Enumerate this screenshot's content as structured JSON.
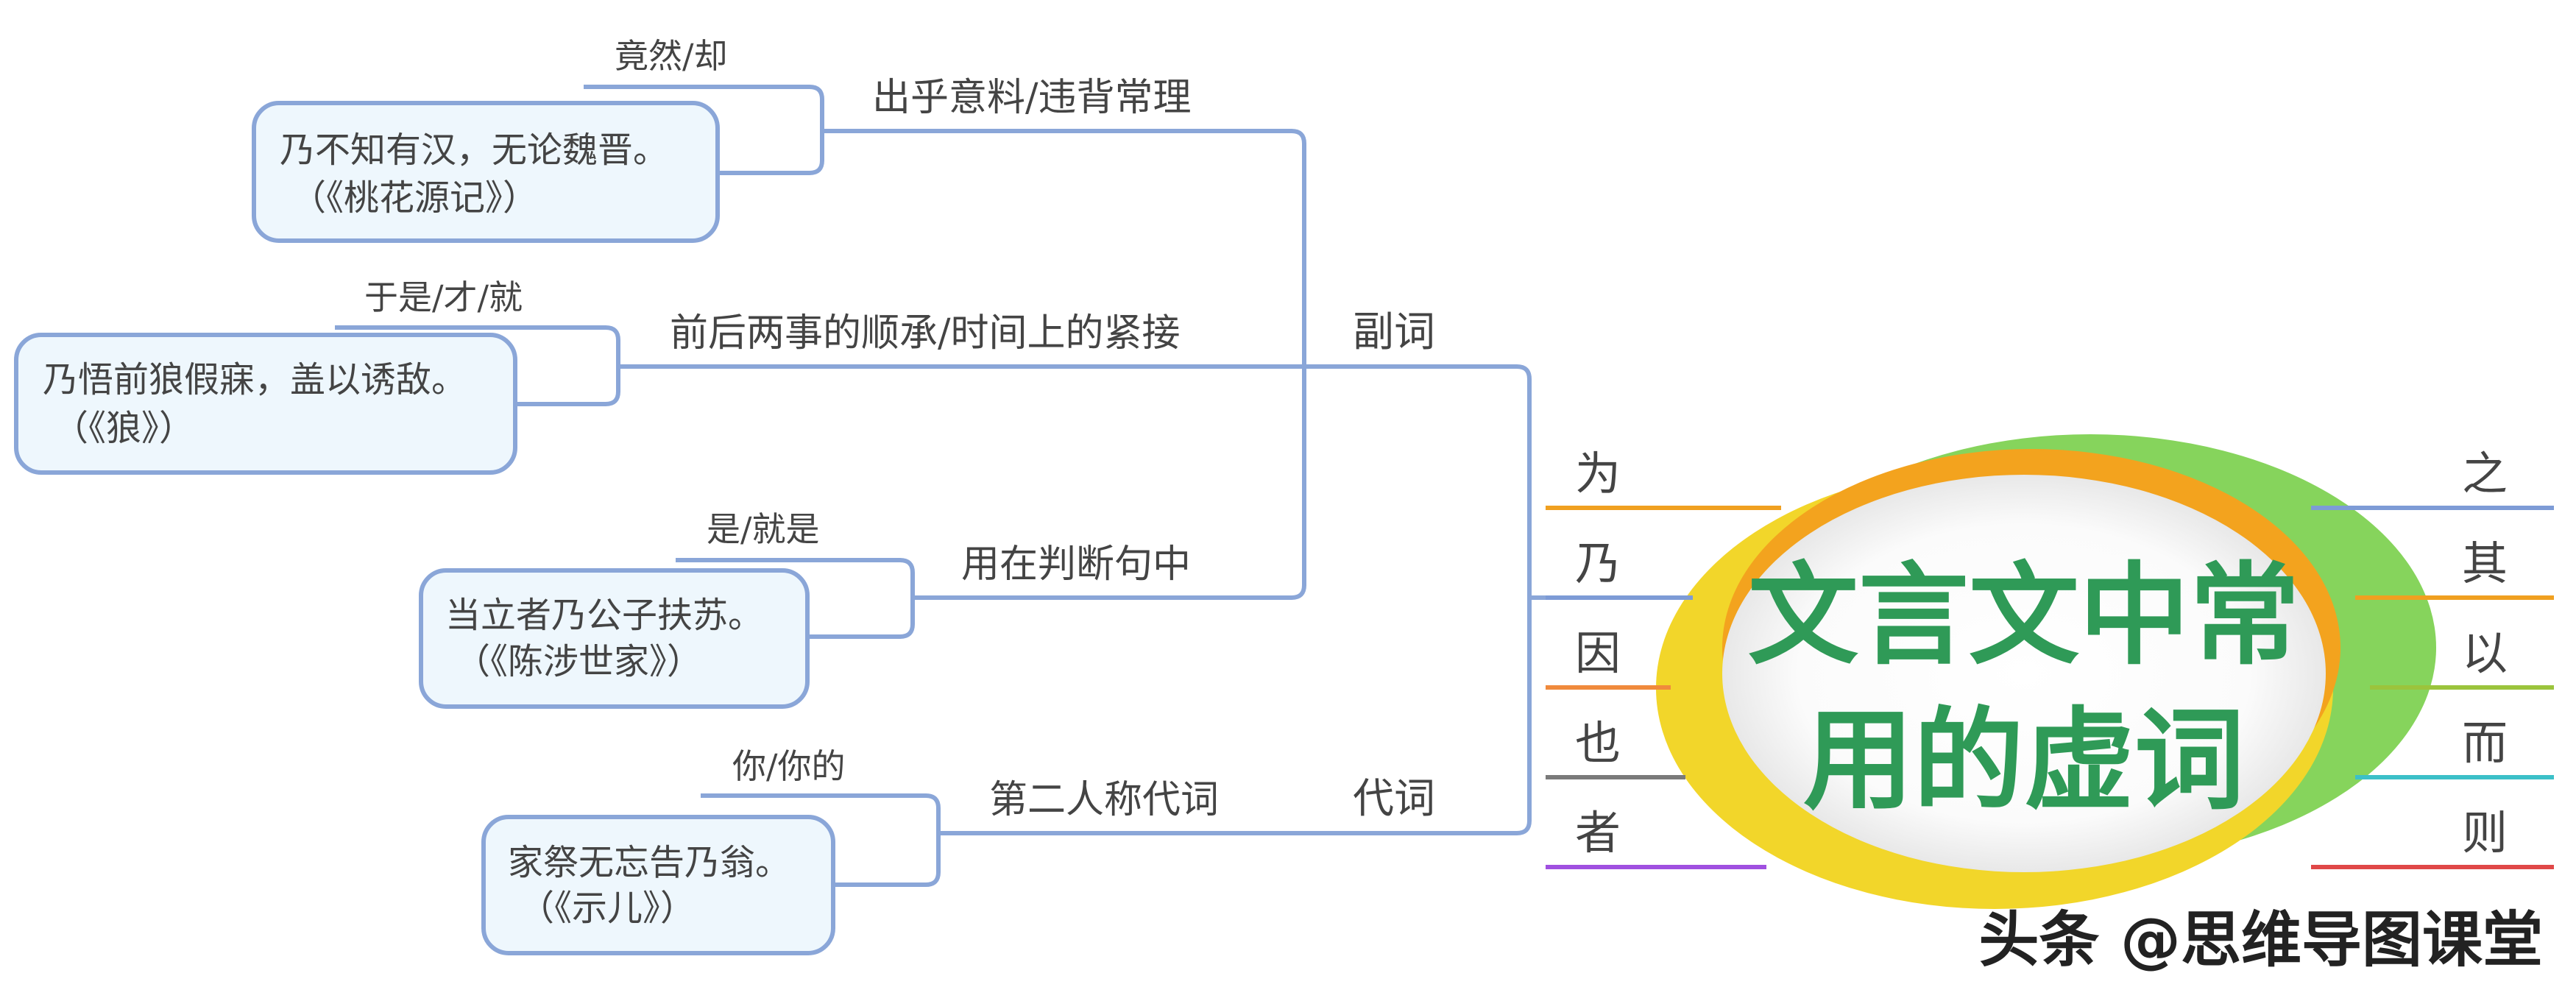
{
  "title_lines": [
    "文言文中常",
    "用的虚词"
  ],
  "left_words": [
    {
      "text": "为",
      "color": "#f0a020"
    },
    {
      "text": "乃",
      "color": "#7d9bd6"
    },
    {
      "text": "因",
      "color": "#f08a3c"
    },
    {
      "text": "也",
      "color": "#7a7a7a"
    },
    {
      "text": "者",
      "color": "#a050e0"
    }
  ],
  "right_words": [
    {
      "text": "之",
      "color": "#7d9bd6"
    },
    {
      "text": "其",
      "color": "#f0a020"
    },
    {
      "text": "以",
      "color": "#9bc43c"
    },
    {
      "text": "而",
      "color": "#3cc0c8"
    },
    {
      "text": "则",
      "color": "#e04848"
    }
  ],
  "branches": {
    "fuci": {
      "label": "副词",
      "items": [
        {
          "usage": "出乎意料/违背常理",
          "meaning": "竟然/却",
          "example": "乃不知有汉，无论魏晋。",
          "source": "（《桃花源记》）"
        },
        {
          "usage": "前后两事的顺承/时间上的紧接",
          "meaning": "于是/才/就",
          "example": "乃悟前狼假寐，盖以诱敌。",
          "source": "（《狼》）"
        },
        {
          "usage": "用在判断句中",
          "meaning": "是/就是",
          "example": "当立者乃公子扶苏。",
          "source": "（《陈涉世家》）"
        }
      ]
    },
    "daici": {
      "label": "代词",
      "items": [
        {
          "usage": "第二人称代词",
          "meaning": "你/你的",
          "example": "家祭无忘告乃翁。",
          "source": "（《示儿》）"
        }
      ]
    }
  },
  "watermark": "头条 @思维导图课堂",
  "colors": {
    "connector": "#8aa6d8",
    "box_fill": "#eef7fd",
    "box_stroke": "#8aa6d8",
    "title": "#2f9a57",
    "ring_yellow": "#f2d62a",
    "ring_orange": "#f3a31e",
    "ring_green": "#86d45c"
  }
}
